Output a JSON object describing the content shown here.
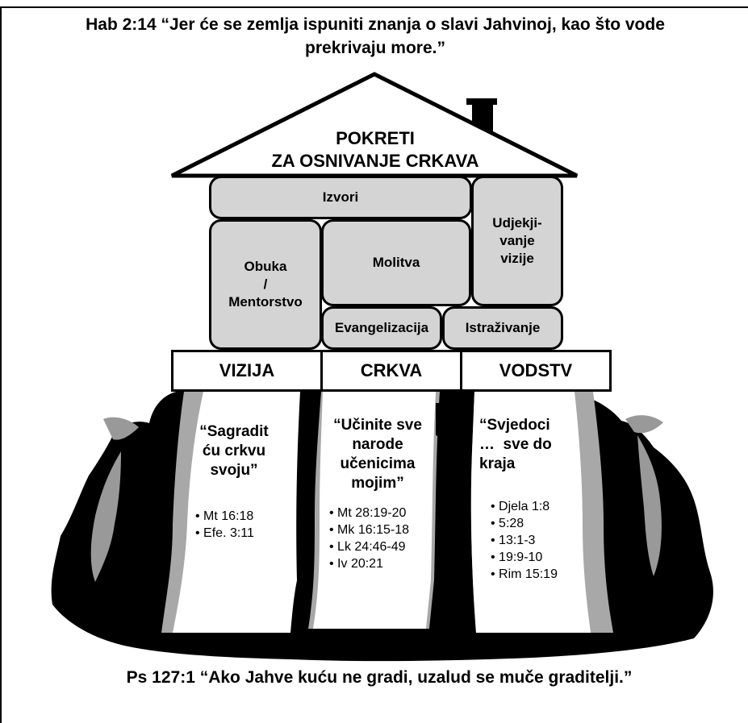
{
  "verse_top": "Hab 2:14 “Jer će se zemlja ispuniti znanja o slavi Jahvinoj, kao što vode prekrivaju more.”",
  "roof": {
    "line1": "POKRETI",
    "line2": "ZA OSNIVANJE CRKAVA"
  },
  "blocks": {
    "izvori": "Izvori",
    "obuka": [
      "Obuka",
      "/",
      "Mentorstvo"
    ],
    "molitva": "Molitva",
    "udjekji": [
      "Udjekji-",
      "vanje",
      "vizije"
    ],
    "evangelizacija": "Evangelizacija",
    "istrazivanje": "Istraživanje"
  },
  "beams": [
    "VIZIJA",
    "CRKVA",
    "VODSTV"
  ],
  "pillars": [
    {
      "quote": [
        "“Sagradit",
        "ću crkvu",
        "svoju”"
      ],
      "refs": [
        "Mt 16:18",
        "Efe. 3:11"
      ]
    },
    {
      "quote": [
        "“Učinite sve",
        "narode",
        "učenicima",
        "mojim”"
      ],
      "refs": [
        "Mt 28:19-20",
        "Mk 16:15-18",
        "Lk 24:46-49",
        "Iv 20:21"
      ]
    },
    {
      "quote": [
        "“Svjedoci",
        "…  sve do",
        "kraja"
      ],
      "refs": [
        "Djela 1:8",
        "5:28",
        "13:1-3",
        "19:9-10",
        "Rim 15:19"
      ]
    }
  ],
  "verse_bottom": "Ps 127:1 “Ako Jahve kuću ne gradi, uzalud se muče graditelji.”"
}
